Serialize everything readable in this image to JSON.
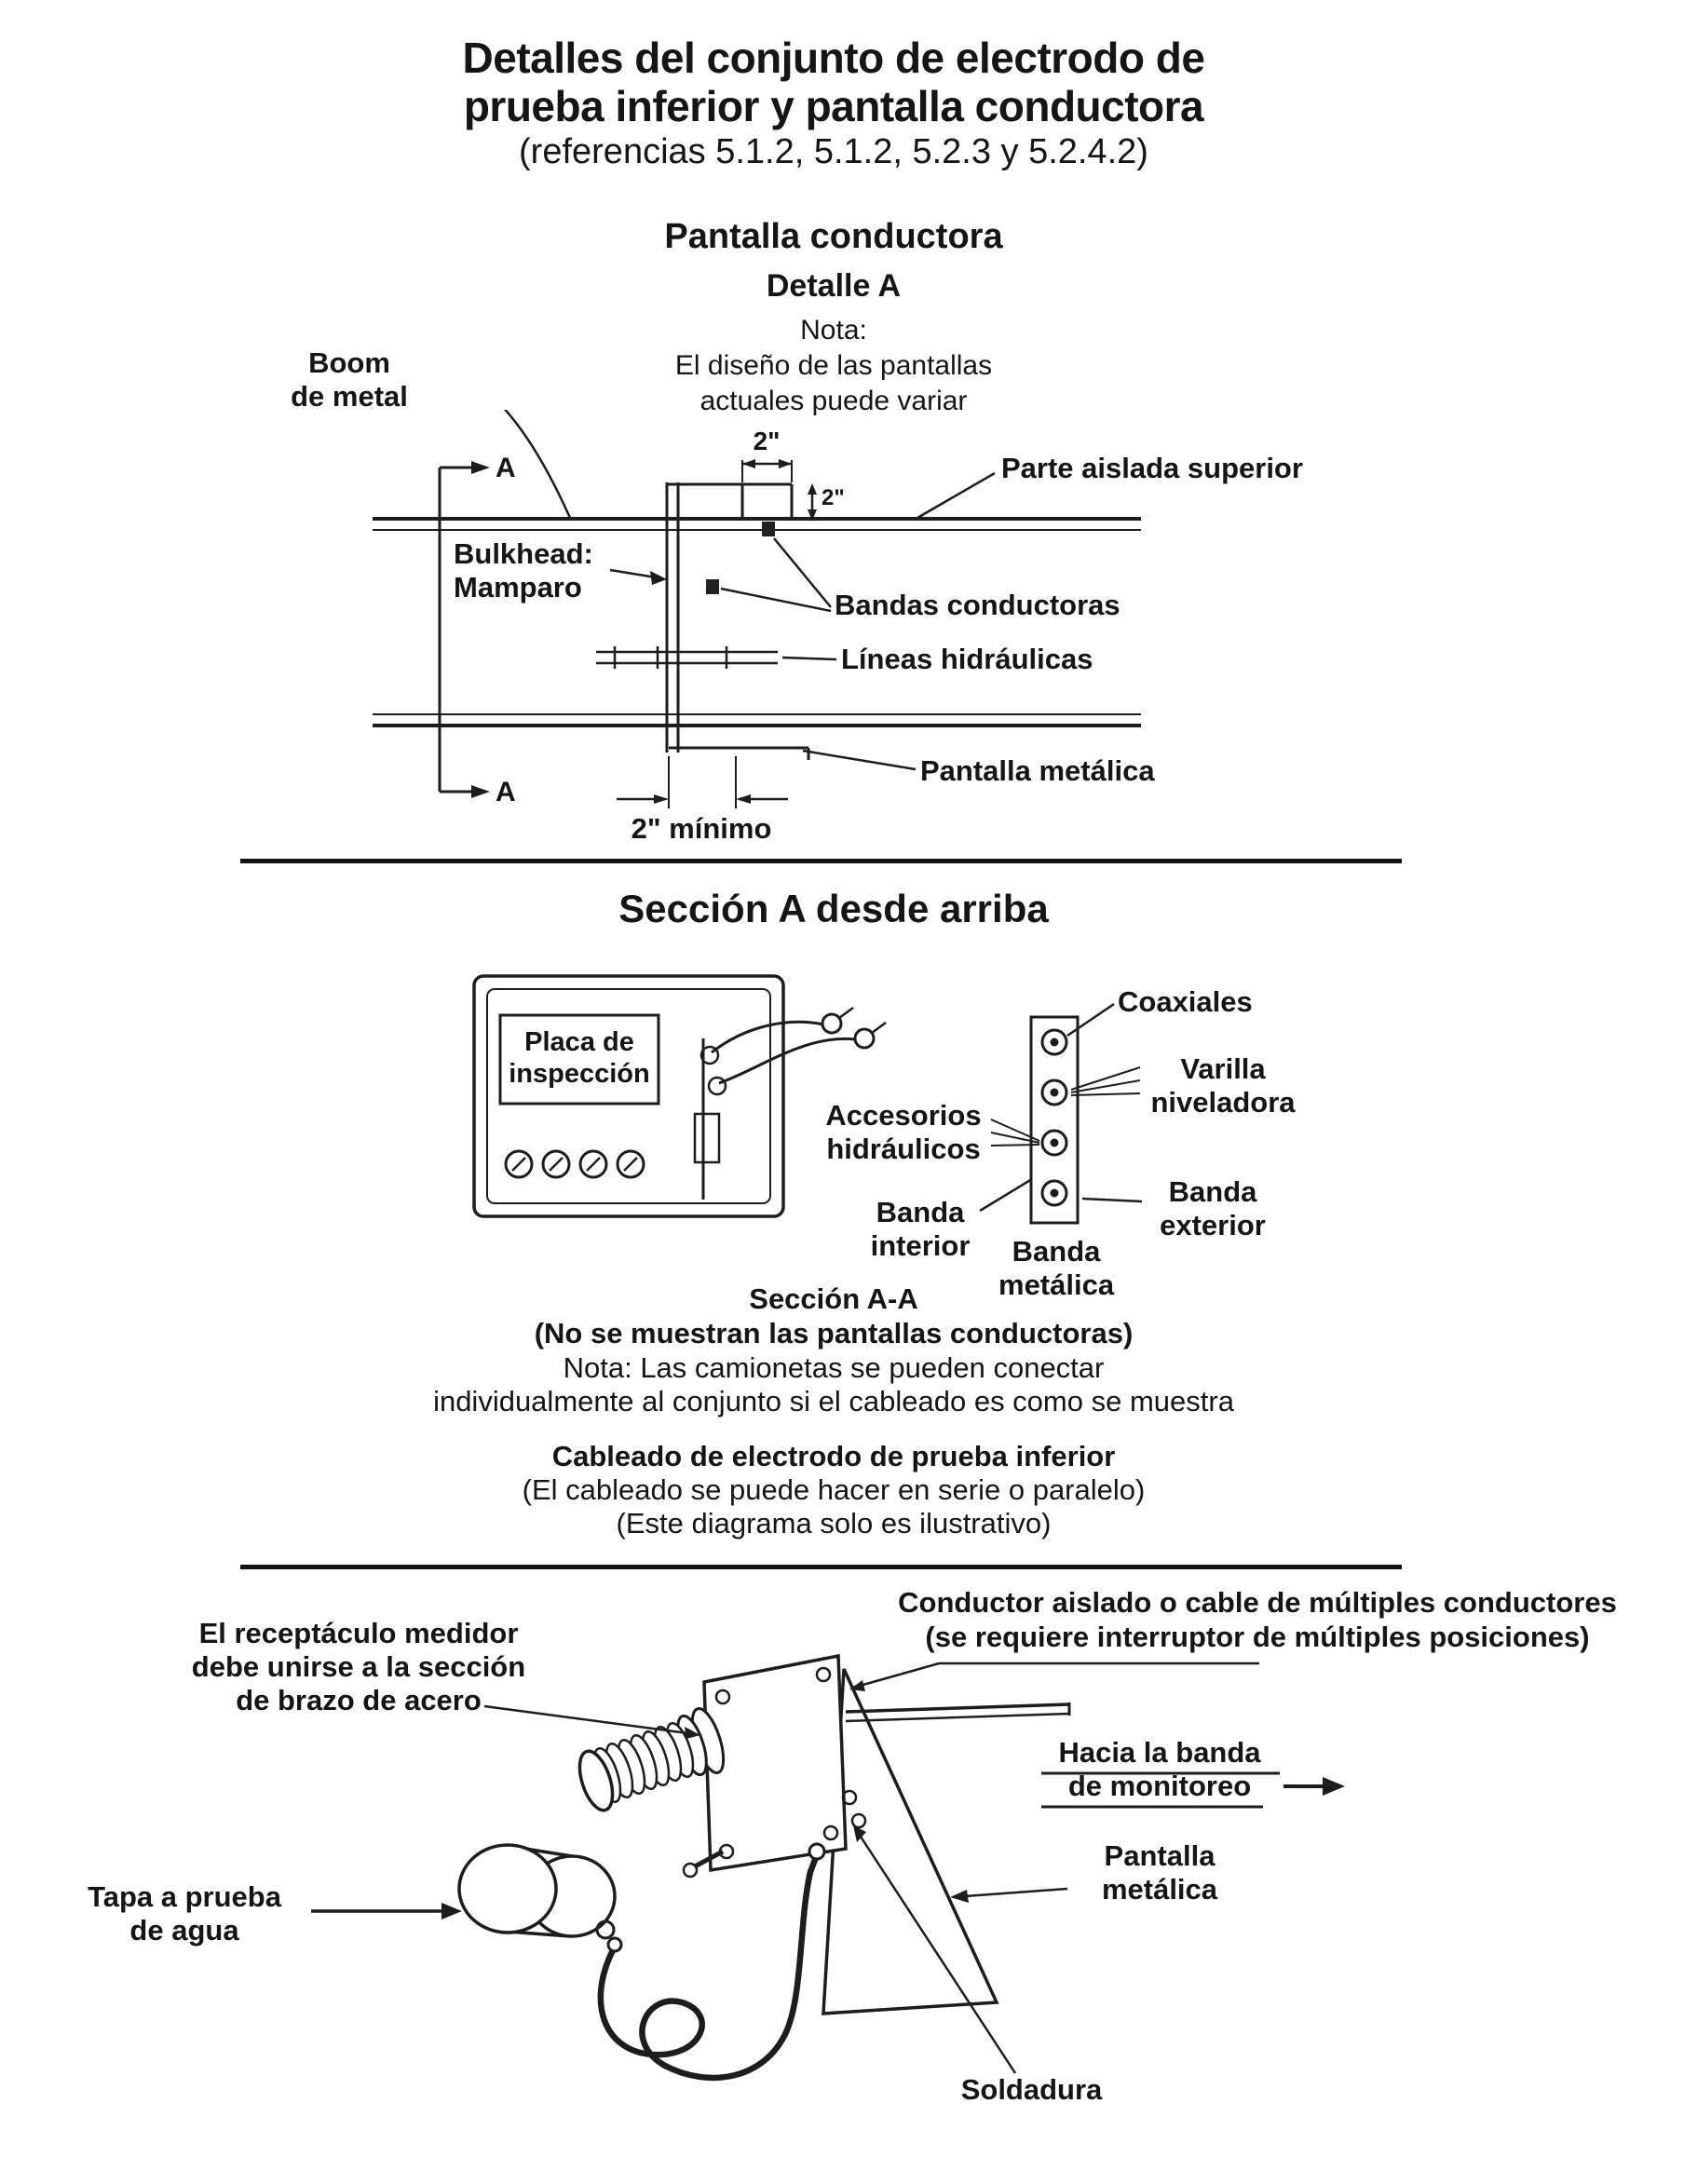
{
  "page": {
    "title_line1": "Detalles del conjunto de electrodo de",
    "title_line2": "prueba inferior y pantalla conductora",
    "references": "(referencias 5.1.2, 5.1.2, 5.2.3 y 5.2.4.2)"
  },
  "detalle_a": {
    "heading": "Pantalla conductora",
    "subheading": "Detalle A",
    "note": "Nota:\nEl diseño de las pantallas\nactuales puede variar",
    "labels": {
      "boom": "Boom\nde metal",
      "section_marker_top": "A",
      "section_marker_bottom": "A",
      "dim_top": "2\"",
      "dim_side": "2\"",
      "parte_aislada": "Parte aislada superior",
      "bulkhead": "Bulkhead:\nMamparo",
      "bandas_conductoras": "Bandas conductoras",
      "lineas_hidraulicas": "Líneas hidráulicas",
      "pantalla_metalica": "Pantalla metálica",
      "dim_min": "2\" mínimo"
    }
  },
  "seccion_a": {
    "heading": "Sección A desde arriba",
    "labels": {
      "placa": "Placa de\ninspección",
      "coaxiales": "Coaxiales",
      "varilla": "Varilla\nniveladora",
      "accesorios": "Accesorios\nhidráulicos",
      "banda_interior": "Banda\ninterior",
      "banda_metalica": "Banda\nmetálica",
      "banda_exterior": "Banda\nexterior"
    },
    "caption_bold1": "Sección A-A",
    "caption_bold2": "(No se muestran las pantallas conductoras)",
    "caption_note1": "Nota: Las camionetas se pueden conectar",
    "caption_note2": "individualmente al conjunto si el cableado es como se muestra",
    "wiring_title": "Cableado de electrodo de prueba inferior",
    "wiring_sub1": "(El cableado se puede hacer en serie o paralelo)",
    "wiring_sub2": "(Este diagrama solo es ilustrativo)"
  },
  "cableado": {
    "labels": {
      "conductor": "Conductor aislado o cable de múltiples conductores\n(se requiere interruptor de múltiples posiciones)",
      "receptaculo": "El receptáculo medidor\ndebe unirse a la sección\nde brazo de acero",
      "hacia_banda": "Hacia la banda\nde monitoreo",
      "tapa": "Tapa a prueba\nde agua",
      "pantalla_metalica": "Pantalla\nmetálica",
      "soldadura": "Soldadura"
    }
  },
  "colors": {
    "ink": "#151515",
    "line": "#1d1d1d",
    "background": "#ffffff"
  }
}
